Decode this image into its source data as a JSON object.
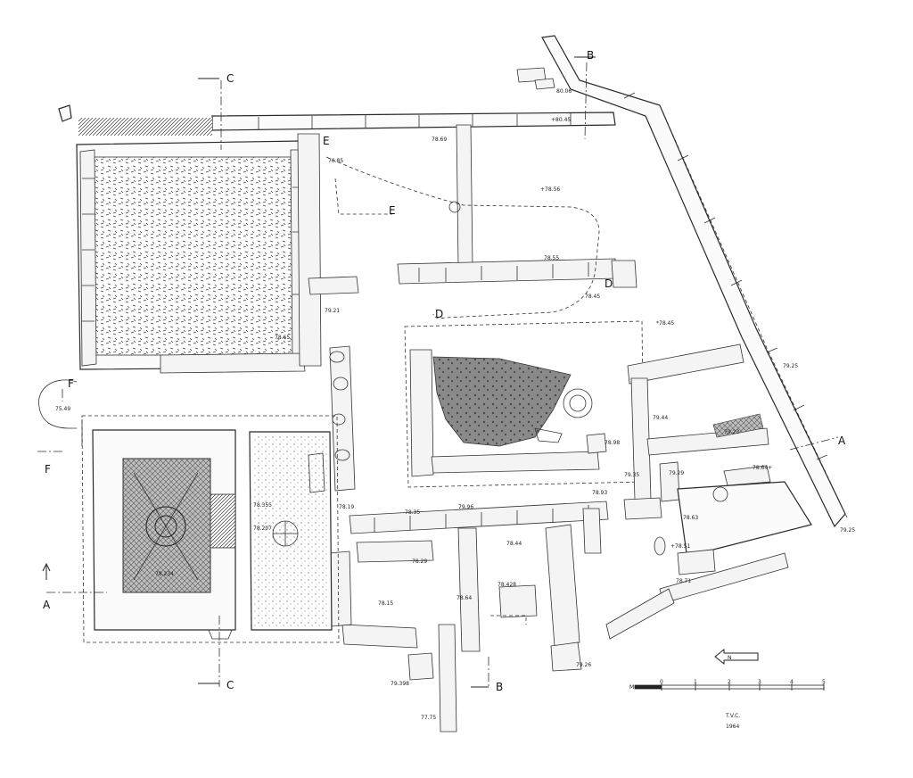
{
  "section_markers": {
    "a_left": "A",
    "a_right": "A",
    "b_top": "B",
    "b_bottom": "B",
    "c_top": "C",
    "c_bottom": "C",
    "d_left": "D",
    "d_right": "D",
    "e_top": "E",
    "e_middle": "E",
    "f_top": "F",
    "f_bottom": "F"
  },
  "elevations": {
    "e8006": "80.06",
    "e8045": "+80.45",
    "e7869": "78.69",
    "e7856": "+78.56",
    "e7685": "76.85",
    "e7855": "78.55",
    "e7845": "78.45",
    "e7921": "79.21",
    "e7865": "78.65",
    "e7945": "*78.45",
    "e7925": "79.25",
    "e7944": "79.44",
    "e7923": "79.23",
    "e7898": "78.98",
    "e7549": "75.49",
    "e7864": "78.64+",
    "e7935": "79.35",
    "e7929": "79.29",
    "e7893": "78.93",
    "e7819": "78.19",
    "e7835": "78.35",
    "e7896": "79.96",
    "e7925b": "79.25",
    "e7863": "78.63",
    "e7844": "78.44",
    "e7851": "+78.51",
    "e7829": "78.29",
    "e7871": "78.71",
    "e7855b": "78.355",
    "e7820": "78.207",
    "e7842": "78.428",
    "e7864b": "78.64",
    "e7815": "78.15",
    "e7823": "78.234",
    "e7926": "79.26",
    "e7939": "79.398",
    "e7775": "77.75"
  },
  "north_arrow": {
    "letter": "N"
  },
  "scale_bar": {
    "unit": "M",
    "ticks": [
      "0",
      "1",
      "2",
      "3",
      "4",
      "5"
    ]
  },
  "credit": {
    "initials": "T.V.C.",
    "year": "1964"
  }
}
